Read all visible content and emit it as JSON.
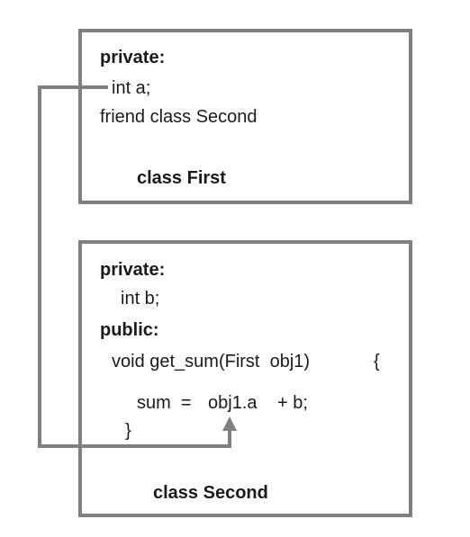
{
  "first_class": {
    "access": "private:",
    "member": "int a;",
    "friend_decl": "friend class Second",
    "caption": "class First"
  },
  "second_class": {
    "private_access": "private:",
    "member": "int b;",
    "public_access": "public:",
    "method_signature": "void get_sum(First  obj1)",
    "open_brace": "{",
    "statement_lhs": "sum  =",
    "statement_obj_member": "obj1.a",
    "statement_rest": "+ b;",
    "close_brace": "}",
    "caption": "class Second"
  },
  "colors": {
    "border": "#808080",
    "connector": "#808080",
    "text": "#1a1a1a"
  }
}
